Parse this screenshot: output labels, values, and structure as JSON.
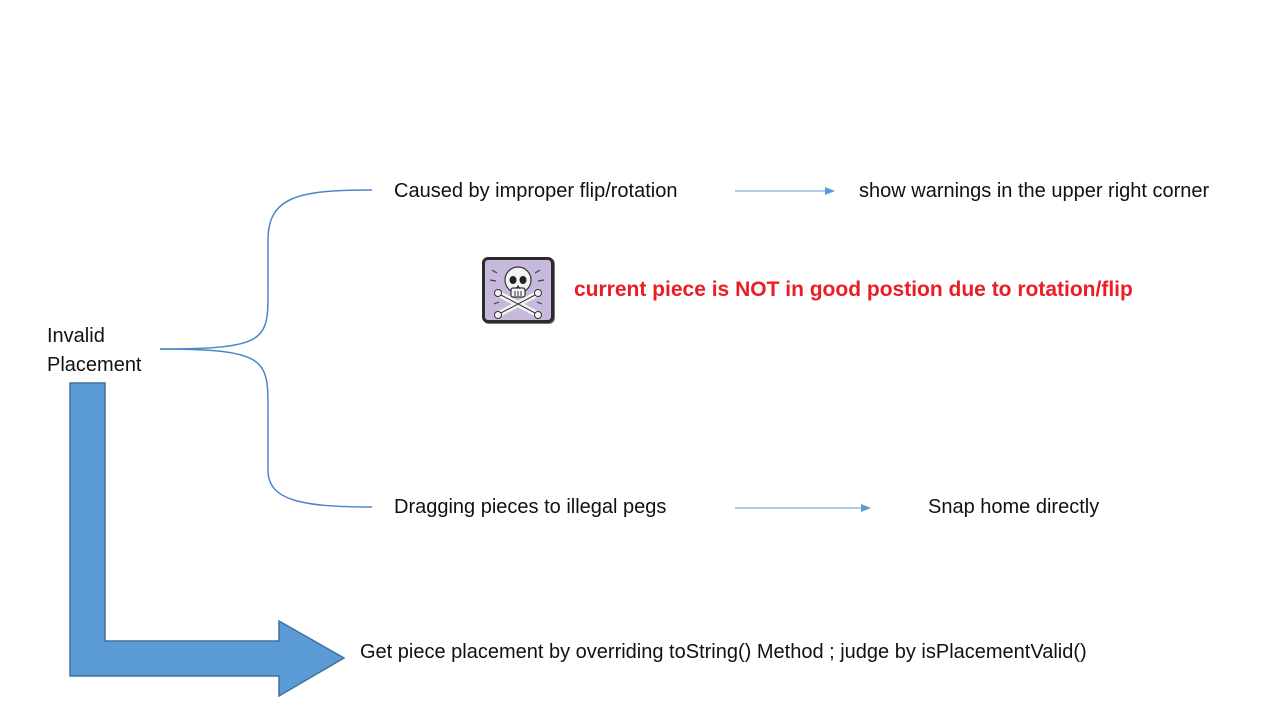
{
  "diagram": {
    "root": {
      "line1": "Invalid",
      "line2": "Placement"
    },
    "branch_top": {
      "cause": "Caused by improper flip/rotation",
      "result": "show warnings in the upper right corner"
    },
    "warning": {
      "icon": "skull-crossbones-icon",
      "message": "current piece is NOT in good postion due to rotation/flip",
      "color": "#ec1c24"
    },
    "branch_bottom": {
      "cause": "Dragging pieces to illegal pegs",
      "result": "Snap home directly"
    },
    "method": {
      "text": "Get piece placement by overriding toString() Method ; judge by isPlacementValid()"
    },
    "colors": {
      "bracket": "#4a86c8",
      "arrow_small": "#5b9bd5",
      "big_arrow_fill": "#5b9bd5",
      "big_arrow_stroke": "#41719c"
    }
  }
}
